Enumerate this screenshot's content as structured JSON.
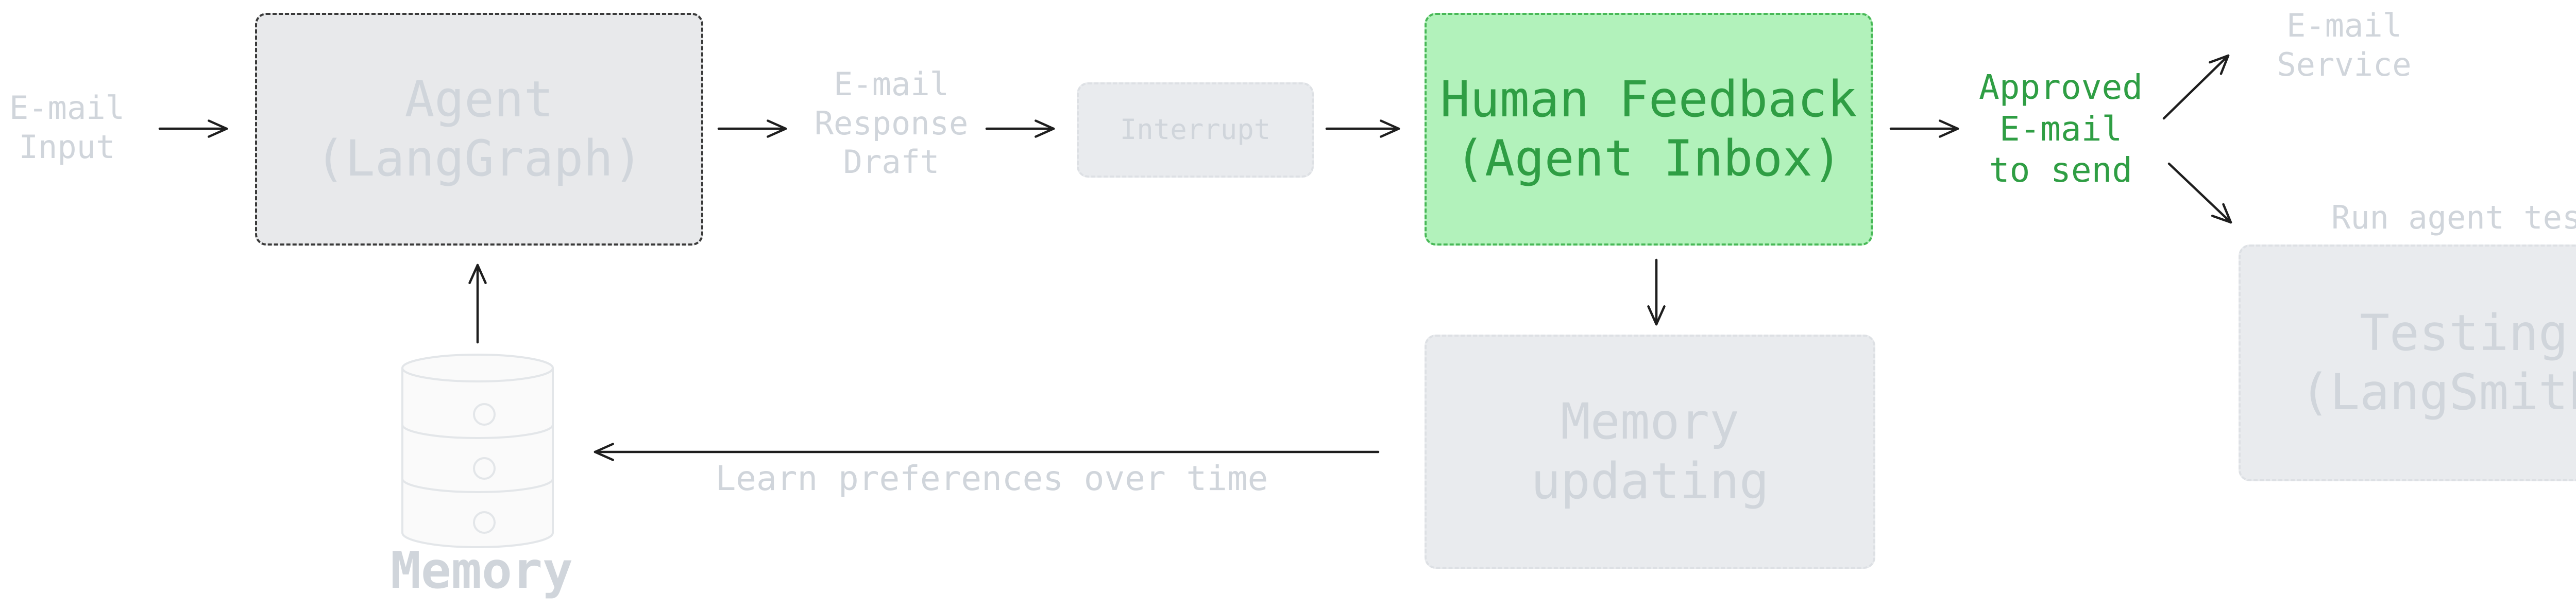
{
  "diagram": {
    "nodes": {
      "email_input": "E-mail\nInput",
      "agent": "Agent\n(LangGraph)",
      "response_draft": "E-mail\nResponse\nDraft",
      "interrupt": "Interrupt",
      "human_feedback": "Human Feedback\n(Agent Inbox)",
      "approved_email": "Approved\nE-mail\nto send",
      "email_service": "E-mail\nService",
      "run_agent_tests": "Run agent tests",
      "testing": "Testing\n(LangSmith)",
      "memory_updating": "Memory\nupdating",
      "learn_preferences": "Learn preferences over time",
      "memory": "Memory"
    },
    "edges": [
      {
        "from": "email_input",
        "to": "agent"
      },
      {
        "from": "agent",
        "to": "response_draft"
      },
      {
        "from": "response_draft",
        "to": "interrupt"
      },
      {
        "from": "interrupt",
        "to": "human_feedback"
      },
      {
        "from": "human_feedback",
        "to": "approved_email"
      },
      {
        "from": "approved_email",
        "to": "email_service"
      },
      {
        "from": "approved_email",
        "to": "testing"
      },
      {
        "from": "human_feedback",
        "to": "memory_updating"
      },
      {
        "from": "memory_updating",
        "to": "memory"
      },
      {
        "from": "memory",
        "to": "agent"
      }
    ],
    "icons": {
      "memory": "database-icon"
    },
    "colors": {
      "muted_text": "#d0d5db",
      "muted_box_fill": "#e9ebee",
      "agent_box_border": "#3a3a3a",
      "highlight_fill": "#b2f2bb",
      "highlight_text": "#2f9e44",
      "arrow": "#1e1e1e"
    }
  }
}
